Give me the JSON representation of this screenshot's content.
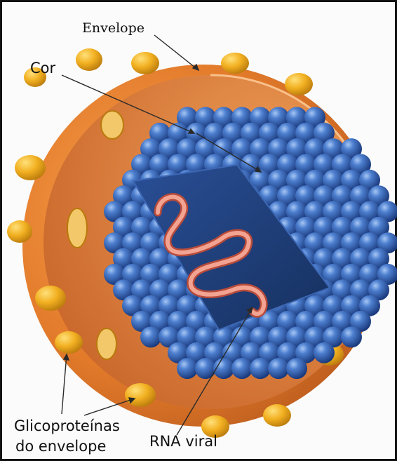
{
  "labels": {
    "envelope": "Envelope",
    "cor": "Cor",
    "glycoproteins_line1": "Glicoproteínas",
    "glycoproteins_line2": "do envelope",
    "rna": "RNA viral"
  },
  "colors": {
    "envelope_orange": "#e27a2a",
    "glycoprotein_yellow": "#f2b021",
    "capsid_blue": "#2f5fb0",
    "core_panel": "#1e3c78",
    "rna_pink": "#e77a64"
  }
}
